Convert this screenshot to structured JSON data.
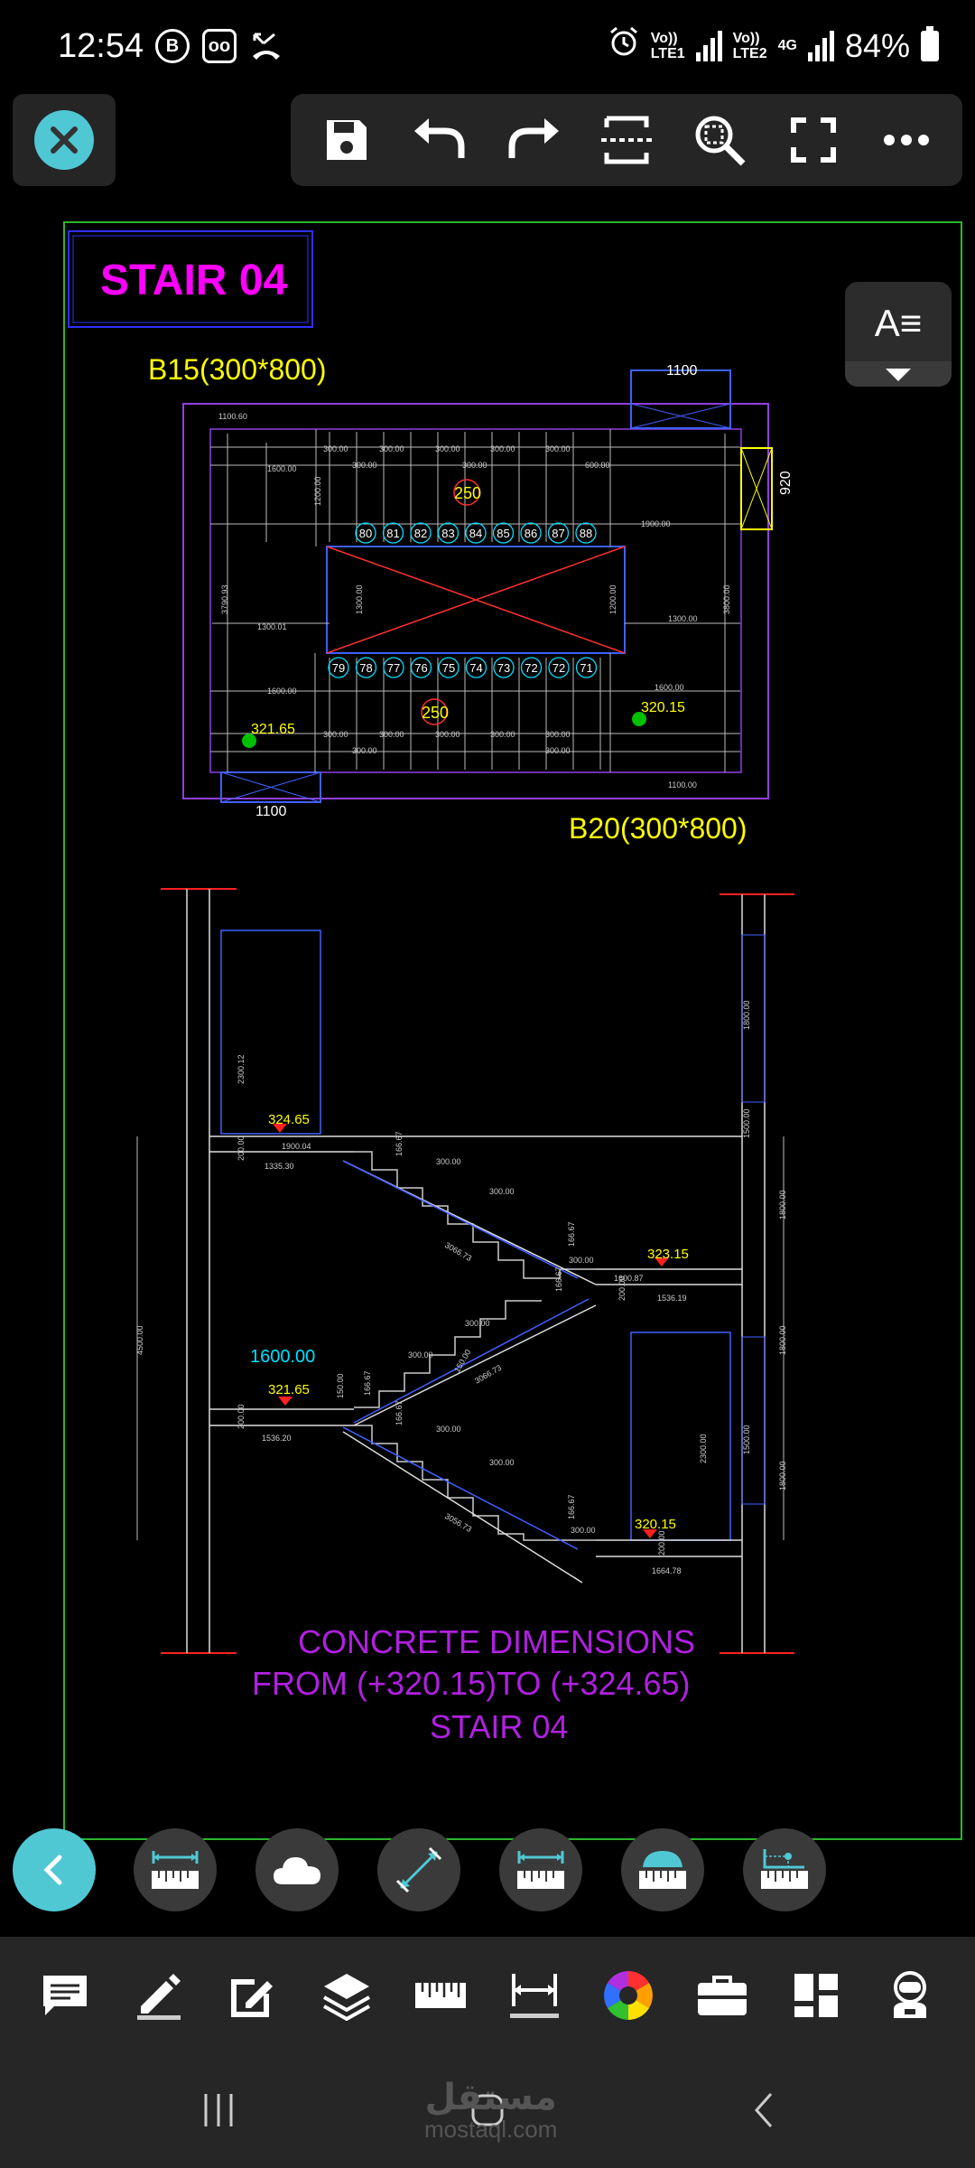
{
  "status_bar": {
    "time": "12:54",
    "left_icons": [
      "b-icon",
      "voicemail-icon",
      "missed-call-icon"
    ],
    "sim1": [
      "Vo))",
      "LTE1"
    ],
    "sim2": [
      "Vo))",
      "LTE2"
    ],
    "network": "4G",
    "battery": "84%"
  },
  "toolbar": {
    "buttons": [
      "save-icon",
      "undo-icon",
      "redo-icon",
      "section-icon",
      "zoom-fit-icon",
      "fullscreen-icon",
      "more-icon"
    ]
  },
  "text_style_button": {
    "label": "A≡"
  },
  "drawing": {
    "title": "STAIR 04",
    "beam_top": "B15(300*800)",
    "beam_bottom": "B20(300*800)",
    "dim_1100_top": "1100",
    "dim_1100_bottom": "1100",
    "dim_920": "920",
    "circle_250_top": "250",
    "circle_250_bottom": "250",
    "treads_top": [
      "80",
      "81",
      "82",
      "83",
      "84",
      "85",
      "86",
      "87",
      "88"
    ],
    "treads_bottom": [
      "79",
      "78",
      "77",
      "76",
      "75",
      "74",
      "73",
      "72",
      "72",
      "71"
    ],
    "elev_321_plan": "321.65",
    "elev_320_plan": "320.15",
    "plan_dims": {
      "top_row": [
        "300.00",
        "300.00",
        "300.00",
        "300.00",
        "300.00",
        "300.00",
        "300.00",
        "600.00"
      ],
      "bottom_row": [
        "300.00",
        "300.00",
        "300.00",
        "300.00",
        "300.00",
        "300.00",
        "300.00"
      ],
      "dim_1100_60": "1100.60",
      "dim_1600_left": "1600.00",
      "dim_1600_lower": "1600.00",
      "dim_1600_right": "1600.00",
      "dim_1900": "1900.00",
      "dim_1300_left": "1300.01",
      "dim_1300_right": "1300.00",
      "dim_1100_bottom": "1100.00",
      "dim_3790": "3790.93",
      "dim_3800": "3800.00",
      "dim_1200_a": "1200.00",
      "dim_1200_b": "1200.00",
      "dim_1300_v": "1300.00"
    },
    "section_elevations": {
      "e32465": "324.65",
      "e32315": "323.15",
      "e32165": "321.65",
      "e32015": "320.15"
    },
    "dim_1600_section": "1600.00",
    "section_dims": {
      "d2300": "2300.12",
      "d1900": "1900.04",
      "d1335": "1335.30",
      "d300_a": "300.00",
      "d300_b": "300.00",
      "d300_c": "300.00",
      "d300_d": "300.00",
      "d300_e": "300.00",
      "d300_f": "300.00",
      "d300_g": "300.00",
      "d300_h": "300.00",
      "d3066": "3066.73",
      "d3068": "3066.73",
      "d3056": "3056.73",
      "d1600_87": "1600.87",
      "d1536": "1536.19",
      "d1536b": "1536.20",
      "d4500": "4500.00",
      "d1800_a": "1800.00",
      "d1800_b": "1800.00",
      "d1800_c": "1800.00",
      "d1800_d": "1800.00",
      "d1664": "1664.78",
      "d2300b": "2300.00",
      "d1500": "1500.00",
      "d1508": "1500.00",
      "d1665": "166.67",
      "d1666": "166.67",
      "d1667": "166.67",
      "d1668": "166.67",
      "d1669": "166.67",
      "d1670": "166.67",
      "d200_a": "200.00",
      "d200_b": "200.00",
      "d200_c": "200.00",
      "d200_d": "200.00",
      "d150_a": "150.00",
      "d150_b": "150.00"
    },
    "caption_line1": "CONCRETE DIMENSIONS",
    "caption_line2": "FROM (+320.15)TO (+324.65)",
    "caption_line3": "STAIR 04"
  },
  "tool_row": [
    "back-icon",
    "linear-measure-icon",
    "cloud-icon",
    "aligned-measure-icon",
    "linear-measure-2-icon",
    "area-measure-icon",
    "coordinate-measure-icon"
  ],
  "bottom_bar": [
    "comment-icon",
    "pencil-icon",
    "edit-icon",
    "layers-icon",
    "ruler-icon",
    "dimension-icon",
    "color-wheel-icon",
    "toolbox-icon",
    "grid-icon",
    "astronaut-icon"
  ],
  "navbar": {
    "watermark_ar": "مستقل",
    "watermark_en": "mostaql.com"
  },
  "colors": {
    "accent": "#4fc8d4",
    "magenta": "#ff00ff",
    "yellow": "#ffff00",
    "cyan": "#00ffff",
    "purple": "#b020e0",
    "red": "#ff2020",
    "frame_green": "#2bb52b"
  }
}
